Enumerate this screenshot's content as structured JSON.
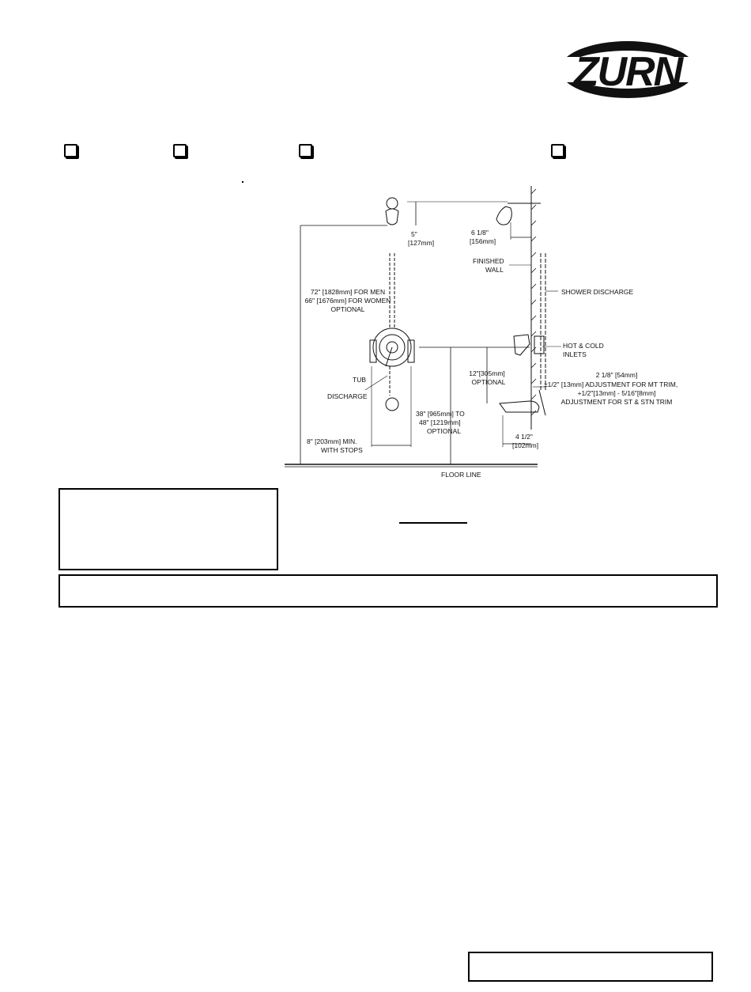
{
  "brand": {
    "logo_text": "ZURN"
  },
  "checkboxes": [
    {
      "checked": false
    },
    {
      "checked": false
    },
    {
      "checked": false
    },
    {
      "checked": false
    }
  ],
  "drawing": {
    "labels": {
      "dim_5in": "5\"",
      "dim_5mm": "[127mm]",
      "dim_618": "6 1/8\"",
      "dim_156": "[156mm]",
      "finished_1": "FINISHED",
      "finished_2": "WALL",
      "shower_discharge": "SHOWER DISCHARGE",
      "height_1": "72\" [1828mm] FOR MEN",
      "height_2": "66\" [1676mm] FOR WOMEN",
      "height_3": "OPTIONAL",
      "hot_cold_1": "HOT & COLD",
      "hot_cold_2": "INLETS",
      "dim_12_1": "12\"[305mm]",
      "dim_12_2": "OPTIONAL",
      "dim_218": "2 1/8\" [54mm]",
      "adj_1": "±1/2\" [13mm] ADJUSTMENT FOR MT TRIM,",
      "adj_2": "+1/2\"[13mm] - 5/16\"[8mm]",
      "adj_3": "ADJUSTMENT FOR ST & STN TRIM",
      "tub_1": "TUB",
      "tub_2": "DISCHARGE",
      "dim_38_1": "38\" [965mm] TO",
      "dim_38_2": "48\" [1219mm]",
      "dim_38_3": "OPTIONAL",
      "dim_8_1": "8\" [203mm] MIN.",
      "dim_8_2": "WITH STOPS",
      "dim_412_1": "4 1/2\"",
      "dim_412_2": "[102mm]",
      "floor": "FLOOR LINE"
    }
  }
}
